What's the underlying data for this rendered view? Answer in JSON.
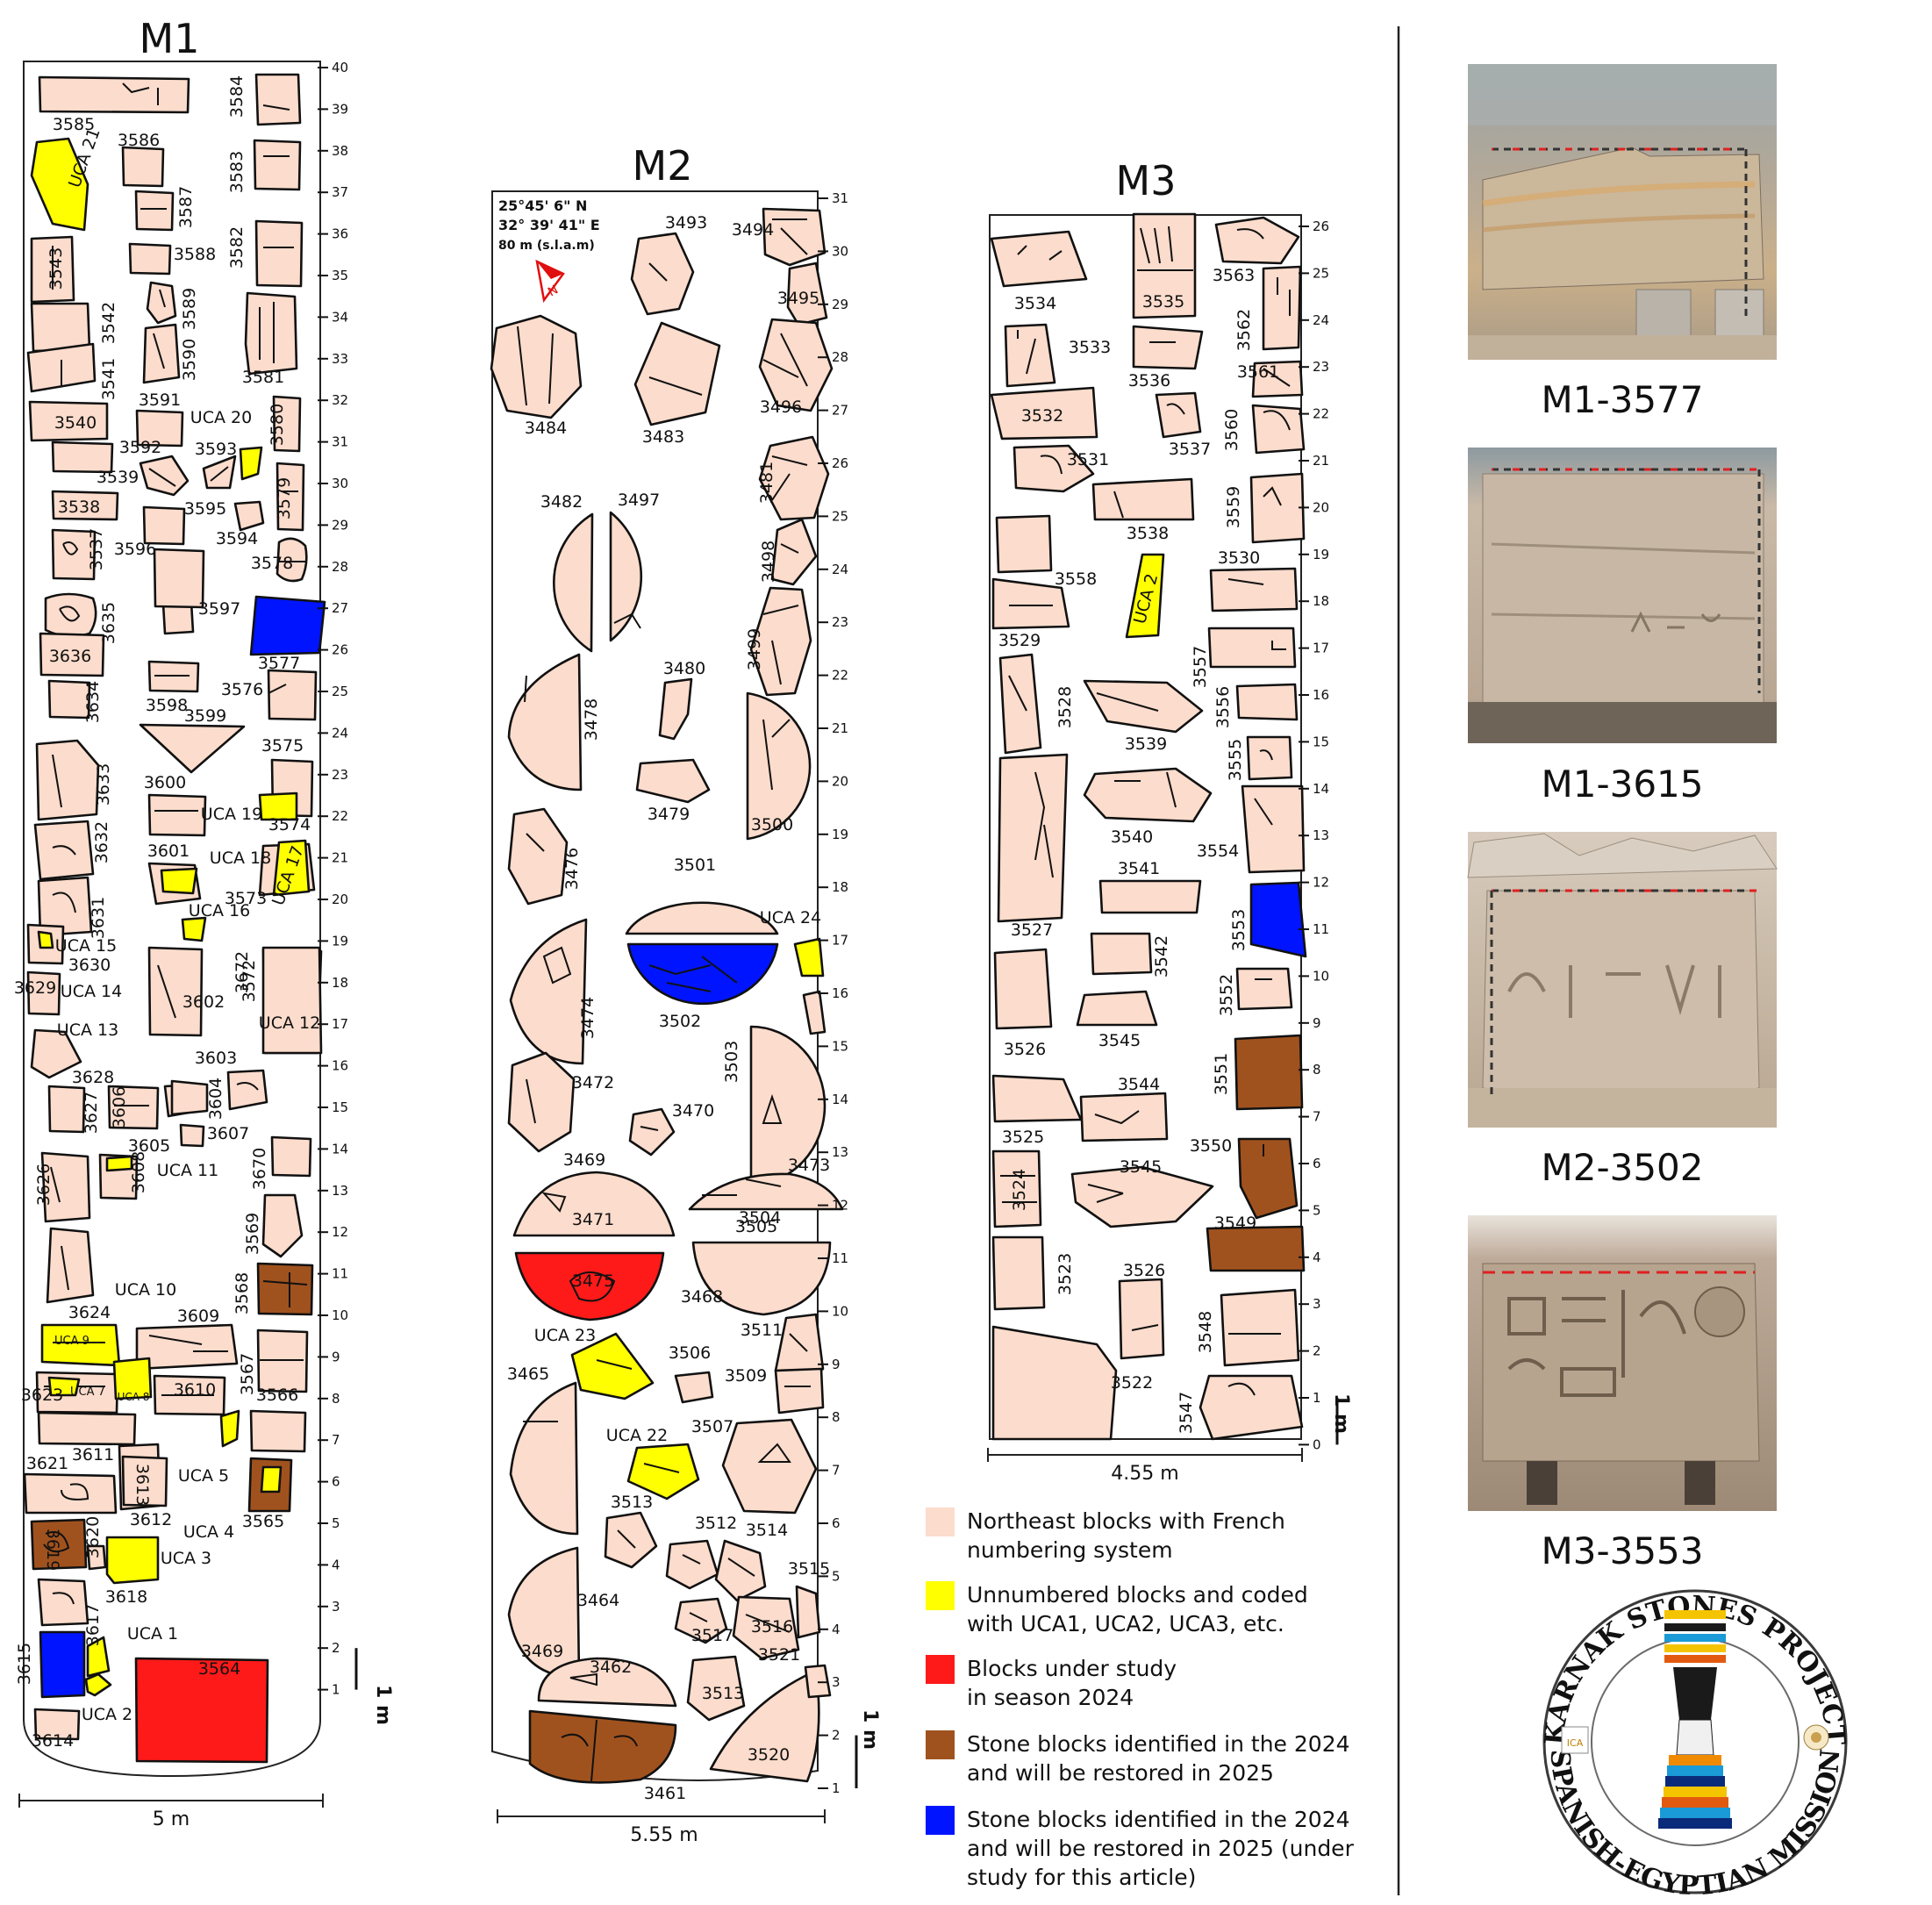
{
  "colors": {
    "northeast": "#fcdccc",
    "unnumbered": "#ffff00",
    "under_study": "#ff1a1a",
    "restore_2025": "#a0521e",
    "restore_2025_article": "#0014ff"
  },
  "plans": {
    "m1": {
      "title": "M1",
      "scale": "5 m",
      "one_meter": "1 m",
      "ruler": [
        "40",
        "39",
        "38",
        "37",
        "36",
        "35",
        "34",
        "33",
        "32",
        "31",
        "30",
        "29",
        "28",
        "27",
        "26",
        "25",
        "24",
        "23",
        "22",
        "21",
        "20",
        "19",
        "18",
        "17",
        "16",
        "15",
        "14",
        "13",
        "12",
        "11",
        "10",
        "9",
        "8",
        "7",
        "6",
        "5",
        "4",
        "3",
        "2",
        "1"
      ],
      "labels": [
        "3585",
        "3586",
        "3584",
        "3583",
        "3582",
        "3581",
        "3580",
        "3579",
        "3578",
        "3577",
        "3576",
        "3575",
        "3574",
        "3573",
        "3572",
        "3587",
        "3588",
        "3589",
        "3590",
        "3591",
        "3592",
        "3593",
        "3594",
        "3595",
        "3596",
        "3597",
        "3598",
        "3599",
        "3600",
        "3601",
        "3602",
        "3603",
        "3604",
        "3605",
        "3606",
        "3607",
        "3608",
        "3609",
        "3610",
        "3611",
        "3612",
        "3613",
        "3614",
        "3615",
        "3617",
        "3618",
        "3619",
        "3620",
        "3621",
        "3623",
        "3624",
        "3626",
        "3627",
        "3628",
        "3629",
        "3630",
        "3631",
        "3632",
        "3633",
        "3634",
        "3635",
        "3636",
        "3537",
        "3538",
        "3539",
        "3540",
        "3541",
        "3542",
        "3543",
        "3564",
        "3565",
        "3566",
        "3567",
        "3568",
        "3569",
        "3670",
        "3672",
        "UCA 1",
        "UCA 2",
        "UCA 3",
        "UCA 4",
        "UCA 5",
        "UCA 7",
        "UCA 8",
        "UCA 9",
        "UCA 10",
        "UCA 11",
        "UCA 12",
        "UCA 13",
        "UCA 14",
        "UCA 15",
        "UCA 16",
        "UCA 17",
        "UCA 18",
        "UCA 19",
        "UCA 20",
        "UCA 21"
      ]
    },
    "m2": {
      "title": "M2",
      "scale": "5.55 m",
      "one_meter": "1 m",
      "coordinates": [
        "25°45' 6\" N",
        "32° 39' 41\" E",
        "80 m (s.l.a.m)"
      ],
      "north_arrow_label": "N",
      "ruler": [
        "31",
        "30",
        "29",
        "28",
        "27",
        "26",
        "25",
        "24",
        "23",
        "22",
        "21",
        "20",
        "19",
        "18",
        "17",
        "16",
        "15",
        "14",
        "13",
        "12",
        "11",
        "10",
        "9",
        "8",
        "7",
        "6",
        "5",
        "4",
        "3",
        "2",
        "1"
      ],
      "labels": [
        "3493",
        "3494",
        "3495",
        "3496",
        "3484",
        "3483",
        "3481",
        "3482",
        "3497",
        "3498",
        "3499",
        "3478",
        "3480",
        "3479",
        "3500",
        "3476",
        "3501",
        "3502",
        "UCA 24",
        "3474",
        "3472",
        "3503",
        "3470",
        "3469",
        "3471",
        "3504",
        "3473",
        "3475",
        "3468",
        "3505",
        "3511",
        "UCA 23",
        "3506",
        "3509",
        "3465",
        "UCA 22",
        "3507",
        "3513",
        "3512",
        "3514",
        "3464",
        "3515",
        "3517",
        "3516",
        "3469",
        "3462",
        "3513",
        "3521",
        "3520",
        "3461"
      ]
    },
    "m3": {
      "title": "M3",
      "scale": "4.55 m",
      "one_meter": "1 m",
      "ruler": [
        "26",
        "25",
        "24",
        "23",
        "22",
        "21",
        "20",
        "19",
        "18",
        "17",
        "16",
        "15",
        "14",
        "13",
        "12",
        "11",
        "10",
        "9",
        "8",
        "7",
        "6",
        "5",
        "4",
        "3",
        "2",
        "1",
        "0"
      ],
      "labels": [
        "3534",
        "3535",
        "3563",
        "3533",
        "3562",
        "3536",
        "3561",
        "3532",
        "3537",
        "3560",
        "3531",
        "3538",
        "3559",
        "3558",
        "3530",
        "UCA 2",
        "3529",
        "3557",
        "3528",
        "3539",
        "3556",
        "3555",
        "3540",
        "3554",
        "3541",
        "3527",
        "3553",
        "3542",
        "3552",
        "3545",
        "3526",
        "3544",
        "3551",
        "3525",
        "3524",
        "3545",
        "3550",
        "3549",
        "3523",
        "3526",
        "3548",
        "3522",
        "3547"
      ]
    }
  },
  "legend": [
    {
      "key": "northeast",
      "lines": [
        "Northeast blocks with French",
        "numbering system"
      ]
    },
    {
      "key": "unnumbered",
      "lines": [
        "Unnumbered blocks and coded",
        "with UCA1, UCA2, UCA3, etc."
      ]
    },
    {
      "key": "under_study",
      "lines": [
        "Blocks under study",
        "in season 2024"
      ]
    },
    {
      "key": "restore_2025",
      "lines": [
        "Stone blocks identified in the 2024",
        "and will be restored in 2025"
      ]
    },
    {
      "key": "restore_2025_article",
      "lines": [
        "Stone blocks identified in the 2024",
        "and will be restored in 2025 (under",
        "study for this article)"
      ]
    }
  ],
  "photos": [
    {
      "caption": "M1-3577"
    },
    {
      "caption": "M1-3615"
    },
    {
      "caption": "M2-3502"
    },
    {
      "caption": "M3-3553"
    }
  ],
  "logo": {
    "top_text": "KARNAK STONES PROJECT",
    "bottom_text": "SPANISH-EGYPTIAN MISSION",
    "left_mark": "ICA"
  }
}
